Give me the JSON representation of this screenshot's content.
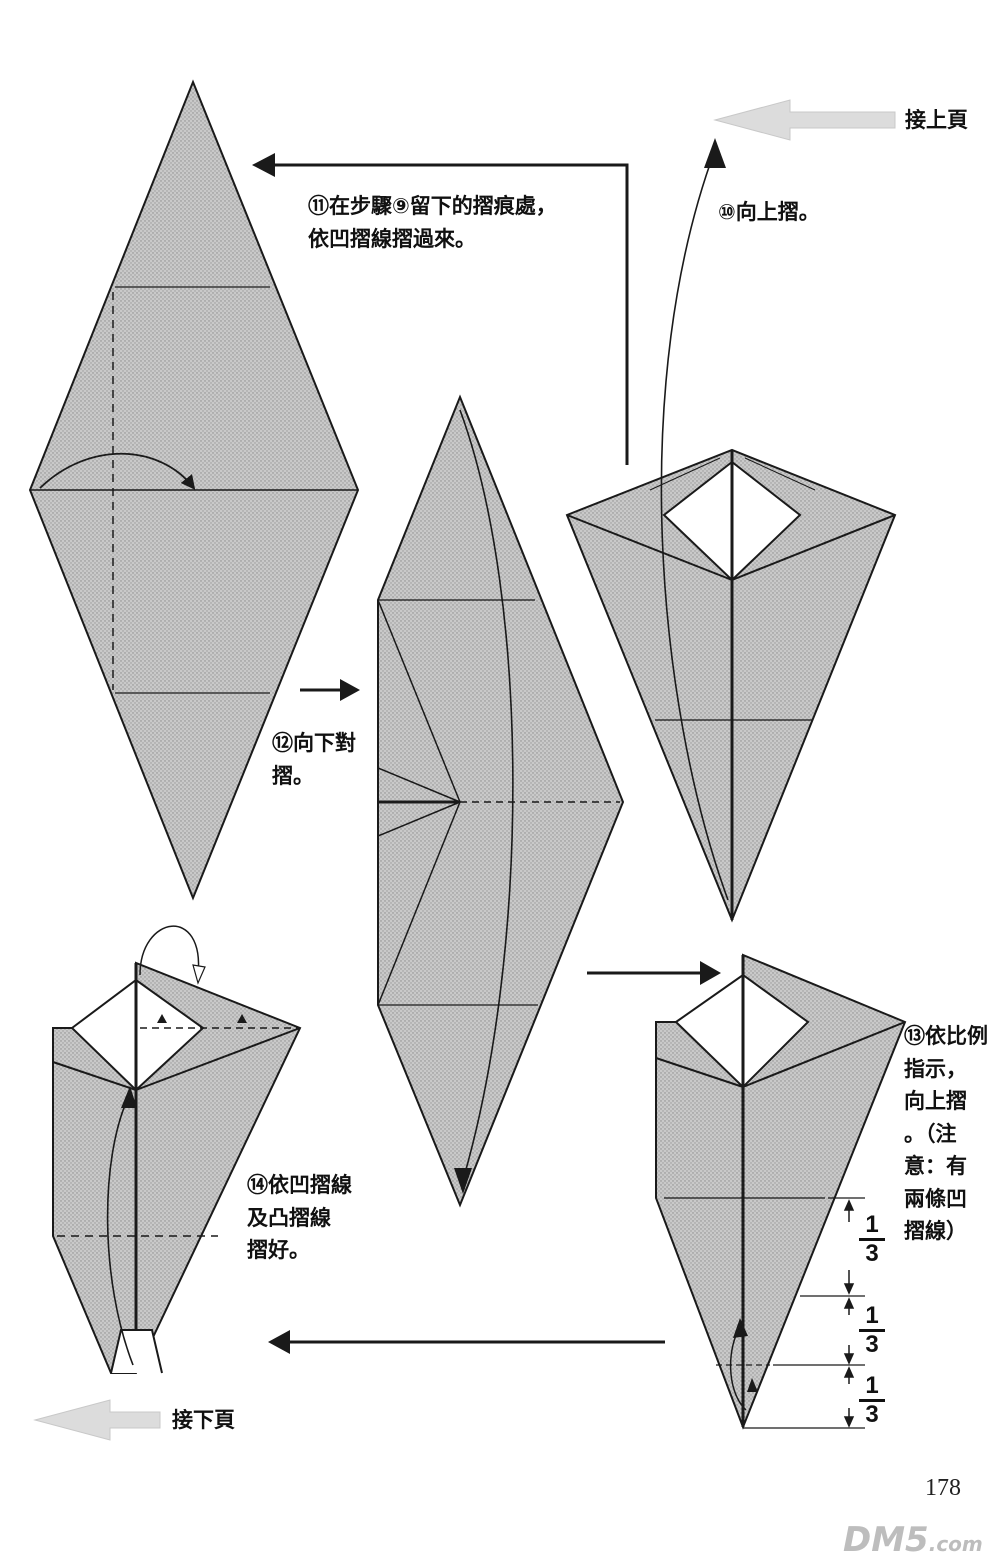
{
  "header": {
    "continue_from_prev": "接上頁",
    "continue_to_next": "接下頁"
  },
  "steps": [
    {
      "id": "step-10",
      "text": "⑩向上摺。"
    },
    {
      "id": "step-11",
      "text": "⑪在步驟⑨留下的摺痕處，\n依凹摺線摺過來。"
    },
    {
      "id": "step-12",
      "text": "⑫向下對\n摺。"
    },
    {
      "id": "step-13",
      "text": "⑬依比例\n指示，\n向上摺\n。（注\n意：有\n兩條凹\n摺線）"
    },
    {
      "id": "step-14",
      "text": "⑭依凹摺線\n及凸摺線\n摺好。"
    }
  ],
  "ratio_marks": [
    {
      "numerator": "1",
      "denominator": "3"
    },
    {
      "numerator": "1",
      "denominator": "3"
    },
    {
      "numerator": "1",
      "denominator": "3"
    }
  ],
  "page_number": "178",
  "watermark": {
    "brand": "DM5",
    "suffix": ".com"
  },
  "colors": {
    "paper_fill": "#c4c4c4",
    "white_flap": "#ffffff",
    "outline": "#1a1a1a",
    "ghost_arrow": "#d8d8d8"
  }
}
